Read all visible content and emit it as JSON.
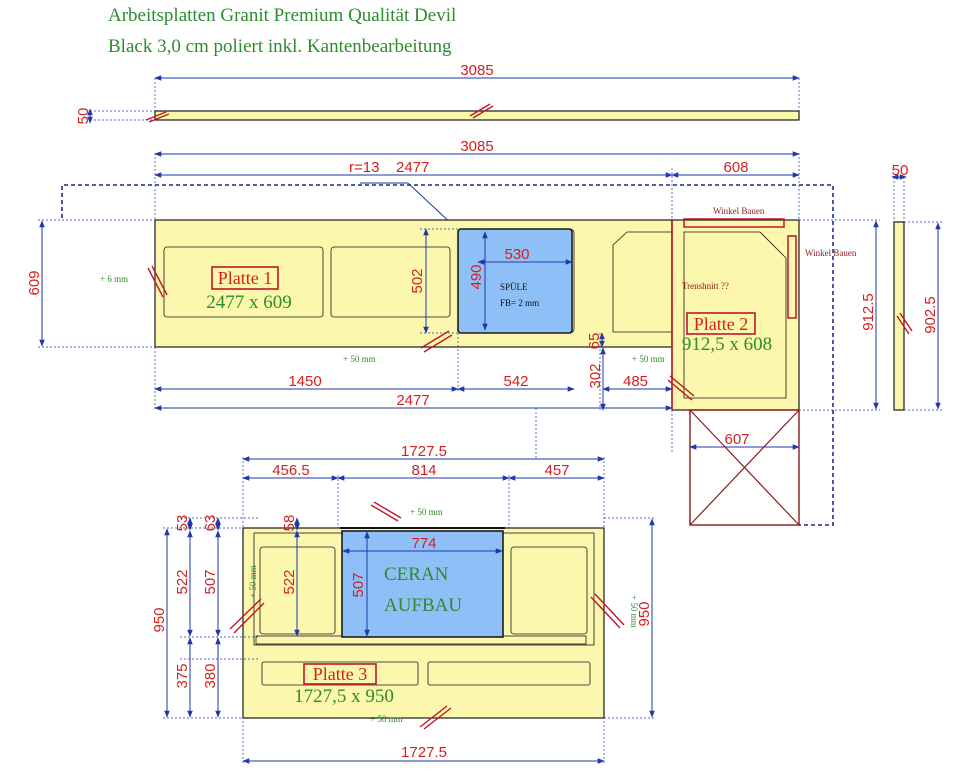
{
  "title": {
    "line1": "Arbeitsplatten Granit Premium Qualität Devil",
    "line2": "Black 3,0 cm poliert inkl. Kantenbearbeitung"
  },
  "strip": {
    "length": "3085",
    "thickness": "50"
  },
  "row1": {
    "overall": "3085",
    "radius": "r=13",
    "plate1_length": "2477",
    "plate2_width": "608",
    "side_thickness": "50"
  },
  "plate1": {
    "label": "Platte 1",
    "size": "2477 x 609",
    "depth": "609",
    "sink_dim_502": "502",
    "edge_note": "+ 6 mm",
    "bottom_note": "+ 50 mm",
    "bottom_dims": {
      "a": "1450",
      "b": "542",
      "c": "302",
      "d": "485",
      "total": "2477"
    }
  },
  "sink": {
    "width": "530",
    "depth": "490",
    "name": "SPÜLE",
    "fb": "FB= 2 mm",
    "gap": "65"
  },
  "plate2": {
    "label": "Platte 2",
    "size": "912,5 x 608",
    "depth_outer": "912.5",
    "depth_side": "902.5",
    "width_lower": "607",
    "winkel_top": "Winkel Bauen",
    "winkel_right": "Winkel Bauen",
    "trennschnitt": "Trenshnitt ??",
    "note": "+ 50 mm"
  },
  "plate3": {
    "label": "Platte 3",
    "size": "1727,5 x 950",
    "top_total": "1727.5",
    "bottom_total": "1727.5",
    "seg_left": "456.5",
    "seg_mid": "814",
    "seg_right": "457",
    "top_note": "+ 50 mm",
    "bottom_note": "+ 50 mm",
    "left_note": "+ 50 mm",
    "right_note": "+ 50 mm",
    "height": "950",
    "height_right": "950",
    "left_dims": {
      "a": "53",
      "b": "522",
      "c": "375",
      "d": "63",
      "e": "507",
      "f": "380"
    },
    "inner_dims": {
      "a": "58",
      "b": "522"
    },
    "ceran": {
      "width": "774",
      "depth": "507",
      "line1": "CERAN",
      "line2": "AUFBAU"
    }
  }
}
